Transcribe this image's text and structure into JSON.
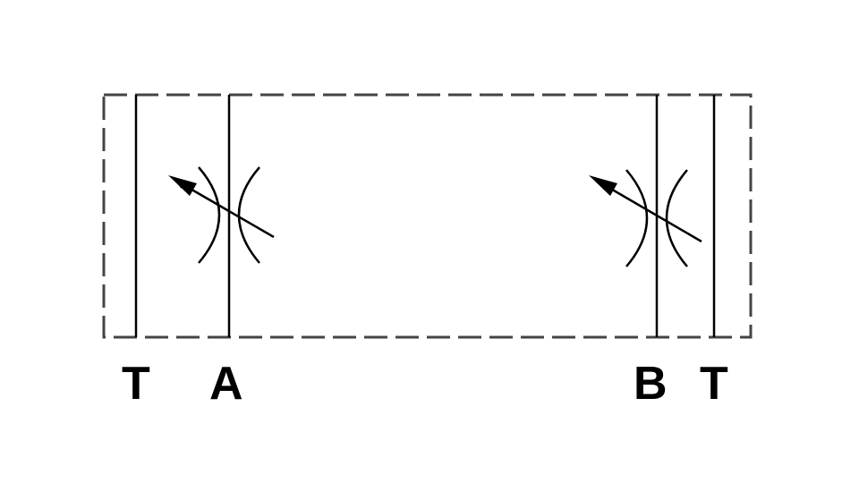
{
  "ports": [
    {
      "id": "t-left",
      "label": "T"
    },
    {
      "id": "a",
      "label": "A"
    },
    {
      "id": "b",
      "label": "B"
    },
    {
      "id": "t-right",
      "label": "T"
    }
  ],
  "colors": {
    "line": "#000000",
    "dashed_outline": "#444444"
  },
  "components": [
    {
      "type": "adjustable-throttle-valve",
      "port": "A"
    },
    {
      "type": "adjustable-throttle-valve",
      "port": "B"
    }
  ]
}
